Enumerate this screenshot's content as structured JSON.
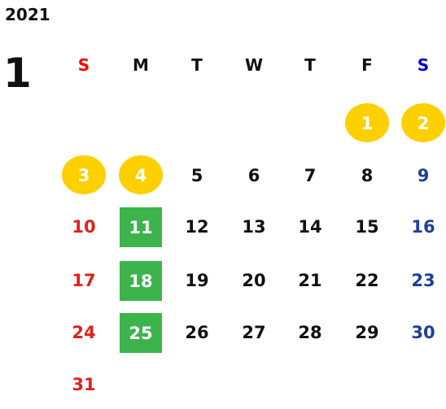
{
  "year": "2021",
  "month": "1",
  "weekdays": [
    "S",
    "M",
    "T",
    "W",
    "T",
    "F",
    "S"
  ],
  "weeks": [
    [
      "",
      "",
      "",
      "",
      "",
      "1",
      "2"
    ],
    [
      "3",
      "4",
      "5",
      "6",
      "7",
      "8",
      "9"
    ],
    [
      "10",
      "11",
      "12",
      "13",
      "14",
      "15",
      "16"
    ],
    [
      "17",
      "18",
      "19",
      "20",
      "21",
      "22",
      "23"
    ],
    [
      "24",
      "25",
      "26",
      "27",
      "28",
      "29",
      "30"
    ],
    [
      "31",
      "",
      "",
      "",
      "",
      "",
      ""
    ]
  ],
  "highlights": {
    "holiday_circle_color": "#ffd000",
    "highlight_square_color": "#3cb44b",
    "holidays": [
      "1",
      "2",
      "3",
      "4"
    ],
    "highlighted": [
      "11",
      "18",
      "25"
    ]
  },
  "colors": {
    "sunday": "#e0201d",
    "saturday": "#1e3f99",
    "weekday": "#111111"
  }
}
